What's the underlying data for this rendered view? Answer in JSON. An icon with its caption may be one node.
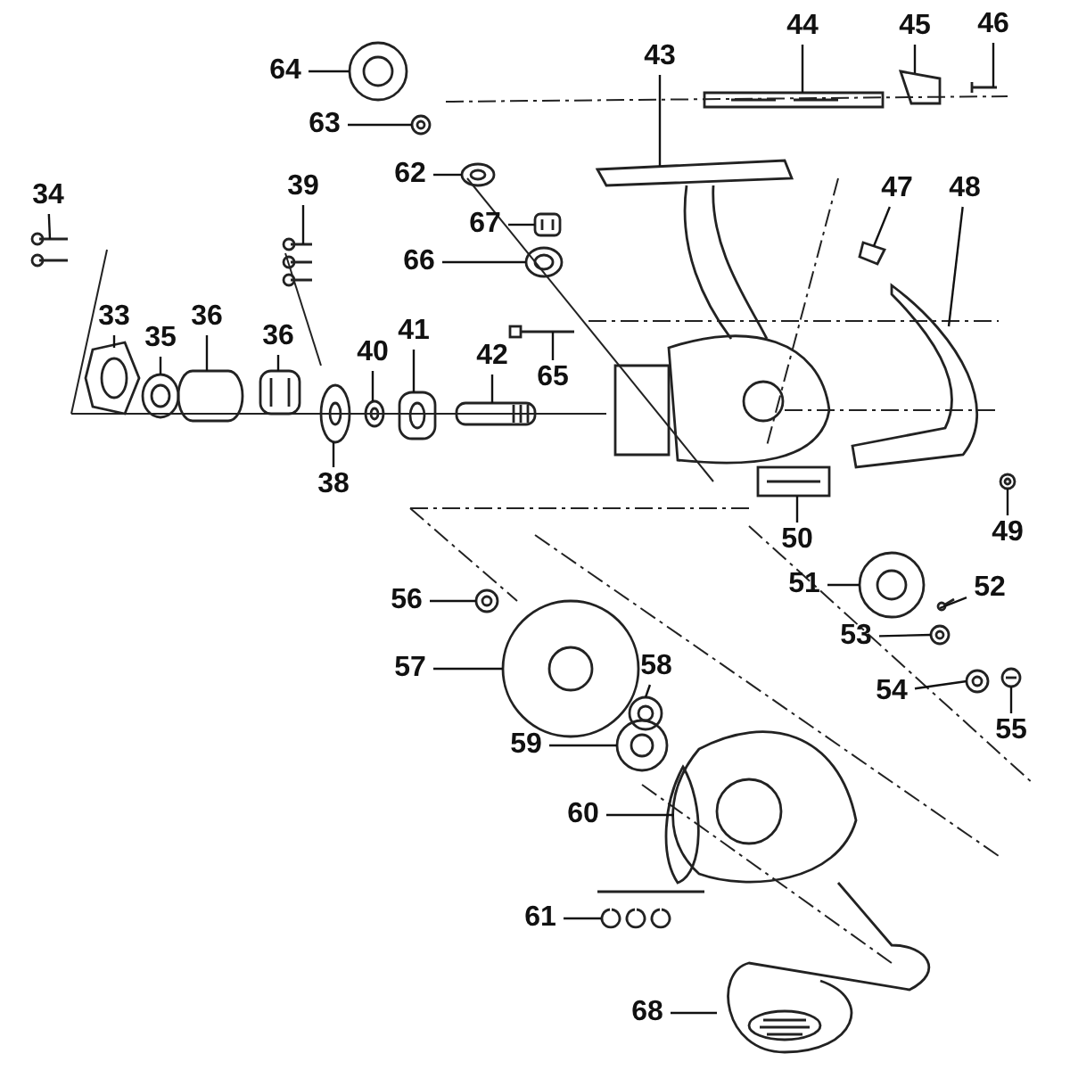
{
  "diagram": {
    "nodes": [
      {
        "text": [
          "64"
        ]
      },
      {
        "text": [
          "63"
        ]
      },
      {
        "text": [
          "62"
        ]
      },
      {
        "text": [
          "67"
        ]
      },
      {
        "text": [
          "66"
        ]
      },
      {
        "text": [
          "44"
        ]
      },
      {
        "text": [
          "45"
        ]
      },
      {
        "text": [
          "46"
        ]
      },
      {
        "text": [
          "43"
        ]
      },
      {
        "text": [
          "47"
        ]
      },
      {
        "text": [
          "48"
        ]
      },
      {
        "text": [
          "34"
        ]
      },
      {
        "text": [
          "39"
        ]
      },
      {
        "text": [
          "33"
        ]
      },
      {
        "text": [
          "35"
        ]
      },
      {
        "text": [
          "36"
        ]
      },
      {
        "text": [
          "36"
        ]
      },
      {
        "text": [
          "40"
        ]
      },
      {
        "text": [
          "41"
        ]
      },
      {
        "text": [
          "42"
        ]
      },
      {
        "text": [
          "65"
        ]
      },
      {
        "text": [
          "38"
        ]
      },
      {
        "text": [
          "49"
        ]
      },
      {
        "text": [
          "50"
        ]
      },
      {
        "text": [
          "51"
        ]
      },
      {
        "text": [
          "52"
        ]
      },
      {
        "text": [
          "53"
        ]
      },
      {
        "text": [
          "54"
        ]
      },
      {
        "text": [
          "55"
        ]
      },
      {
        "text": [
          "56"
        ]
      },
      {
        "text": [
          "57"
        ]
      },
      {
        "text": [
          "58"
        ]
      },
      {
        "text": [
          "59"
        ]
      },
      {
        "text": [
          "60"
        ]
      },
      {
        "text": [
          "61"
        ]
      },
      {
        "text": [
          "68"
        ]
      },
      {
        "text": [],
        "shape": "picture"
      },
      {
        "text": [],
        "shape": "picture"
      },
      {
        "text": [],
        "shape": "picture"
      },
      {
        "text": [],
        "shape": "picture"
      },
      {
        "text": [],
        "shape": "picture"
      },
      {
        "text": [],
        "shape": "picture"
      },
      {
        "text": [],
        "shape": "picture"
      },
      {
        "text": [],
        "shape": "picture"
      },
      {
        "text": [],
        "shape": "picture"
      },
      {
        "text": [],
        "shape": "picture"
      },
      {
        "text": [],
        "shape": "picture"
      },
      {
        "text": [],
        "shape": "picture"
      },
      {
        "text": [],
        "shape": "picture"
      },
      {
        "text": [],
        "shape": "picture"
      },
      {
        "text": [],
        "shape": "picture"
      },
      {
        "text": [],
        "shape": "picture"
      },
      {
        "text": [],
        "shape": "picture"
      },
      {
        "text": [],
        "shape": "picture"
      },
      {
        "text": [],
        "shape": "picture"
      },
      {
        "text": [],
        "shape": "picture"
      },
      {
        "text": [],
        "shape": "picture"
      },
      {
        "text": [],
        "shape": "picture"
      },
      {
        "text": [],
        "shape": "picture"
      },
      {
        "text": [],
        "shape": "picture"
      },
      {
        "text": [],
        "shape": "picture"
      },
      {
        "text": [],
        "shape": "picture"
      },
      {
        "text": [],
        "shape": "picture"
      },
      {
        "text": [],
        "shape": "picture"
      },
      {
        "text": [],
        "shape": "picture"
      },
      {
        "text": [],
        "shape": "picture"
      },
      {
        "text": [],
        "shape": "picture"
      },
      {
        "text": [],
        "shape": "picture"
      },
      {
        "text": [],
        "shape": "picture"
      },
      {
        "text": [],
        "shape": "picture"
      },
      {
        "text": [],
        "shape": "picture"
      },
      {
        "text": [],
        "shape": "picture"
      }
    ],
    "edges": [
      {
        "from": 0,
        "to": 36,
        "arrow": "none"
      },
      {
        "from": 1,
        "to": 37,
        "arrow": "none"
      },
      {
        "from": 2,
        "to": 38,
        "arrow": "none"
      },
      {
        "from": 3,
        "to": 39,
        "arrow": "none"
      },
      {
        "from": 4,
        "to": 40,
        "arrow": "none"
      },
      {
        "from": 5,
        "to": 41,
        "arrow": "none"
      },
      {
        "from": 6,
        "to": 42,
        "arrow": "none"
      },
      {
        "from": 7,
        "to": 43,
        "arrow": "none"
      },
      {
        "from": 8,
        "to": 44,
        "arrow": "none"
      },
      {
        "from": 9,
        "to": 45,
        "arrow": "none"
      },
      {
        "from": 10,
        "to": 46,
        "arrow": "none"
      },
      {
        "from": 11,
        "to": 47,
        "arrow": "none"
      },
      {
        "from": 12,
        "to": 48,
        "arrow": "none"
      },
      {
        "from": 13,
        "to": 49,
        "arrow": "none"
      },
      {
        "from": 14,
        "to": 50,
        "arrow": "none"
      },
      {
        "from": 15,
        "to": 51,
        "arrow": "none"
      },
      {
        "from": 16,
        "to": 52,
        "arrow": "none"
      },
      {
        "from": 17,
        "to": 53,
        "arrow": "none"
      },
      {
        "from": 18,
        "to": 54,
        "arrow": "none"
      },
      {
        "from": 19,
        "to": 55,
        "arrow": "none"
      },
      {
        "from": 20,
        "to": 56,
        "arrow": "none"
      },
      {
        "from": 21,
        "to": 57,
        "arrow": "none"
      },
      {
        "from": 22,
        "to": 58,
        "arrow": "none"
      },
      {
        "from": 23,
        "to": 59,
        "arrow": "none"
      },
      {
        "from": 24,
        "to": 60,
        "arrow": "none"
      },
      {
        "from": 25,
        "to": 61,
        "arrow": "none"
      },
      {
        "from": 26,
        "to": 62,
        "arrow": "none"
      },
      {
        "from": 27,
        "to": 63,
        "arrow": "none"
      },
      {
        "from": 28,
        "to": 64,
        "arrow": "none"
      },
      {
        "from": 29,
        "to": 65,
        "arrow": "none"
      },
      {
        "from": 30,
        "to": 66,
        "arrow": "none"
      },
      {
        "from": 31,
        "to": 67,
        "arrow": "none"
      },
      {
        "from": 32,
        "to": 68,
        "arrow": "none"
      },
      {
        "from": 33,
        "to": 69,
        "arrow": "none"
      },
      {
        "from": 34,
        "to": 70,
        "arrow": "none"
      },
      {
        "from": 35,
        "to": 71,
        "arrow": "none"
      }
    ]
  }
}
